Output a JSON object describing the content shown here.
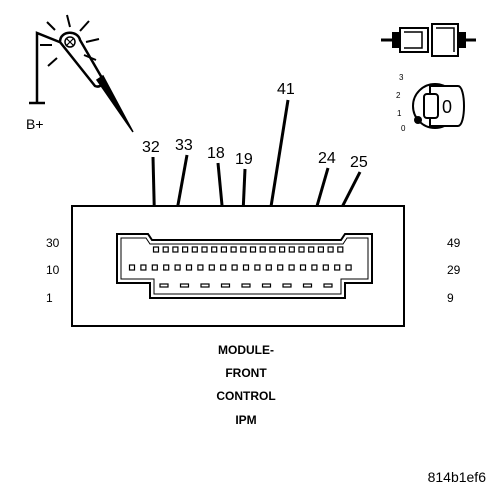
{
  "test_light": {
    "supply_label": "B+"
  },
  "key_switch": {
    "positions": [
      "3",
      "2",
      "1",
      "0"
    ],
    "key_position": "0"
  },
  "pin_callouts": [
    {
      "label": "32"
    },
    {
      "label": "33"
    },
    {
      "label": "18"
    },
    {
      "label": "19"
    },
    {
      "label": "41"
    },
    {
      "label": "24"
    },
    {
      "label": "25"
    }
  ],
  "connector": {
    "rows": [
      {
        "left": "30",
        "right": "49"
      },
      {
        "left": "10",
        "right": "29"
      },
      {
        "left": "1",
        "right": "9"
      }
    ]
  },
  "module_title": [
    "MODULE-",
    "FRONT",
    "CONTROL",
    "IPM"
  ],
  "figure_code": "814b1ef6"
}
